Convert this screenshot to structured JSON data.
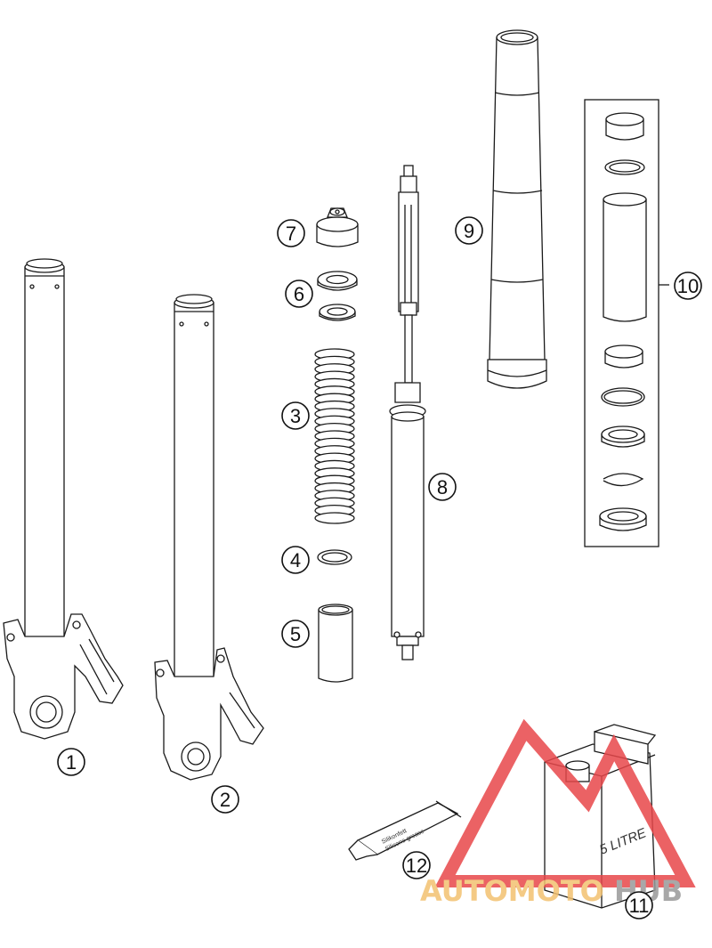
{
  "callouts": [
    "1",
    "2",
    "3",
    "4",
    "5",
    "6",
    "7",
    "8",
    "9",
    "10",
    "11",
    "12"
  ],
  "tube_label": {
    "brand": "Silikonfett",
    "desc": "Silicone grease"
  },
  "can_label": "5 LITRE",
  "watermark": {
    "part1": "AUTOMOTO",
    "part2": "HUB"
  },
  "colors": {
    "line": "#1a1a1a",
    "watermark_red": "#e8474a",
    "watermark_orange": "#f3c170",
    "watermark_gray": "#9a9a9a"
  }
}
